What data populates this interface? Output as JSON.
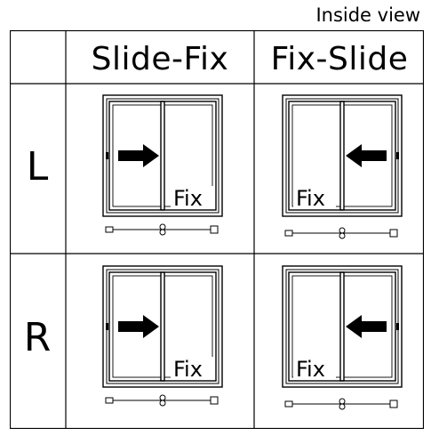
{
  "caption": "Inside view",
  "columns": [
    {
      "label": "Slide-Fix"
    },
    {
      "label": "Fix-Slide"
    }
  ],
  "rows": [
    {
      "label": "L"
    },
    {
      "label": "R"
    }
  ],
  "cells": [
    {
      "row": "L",
      "column": "Slide-Fix",
      "fix_label": "Fix",
      "fixed_panel": "right",
      "arrow": "right"
    },
    {
      "row": "L",
      "column": "Fix-Slide",
      "fix_label": "Fix",
      "fixed_panel": "left",
      "arrow": "left"
    },
    {
      "row": "R",
      "column": "Slide-Fix",
      "fix_label": "Fix",
      "fixed_panel": "right",
      "arrow": "right"
    },
    {
      "row": "R",
      "column": "Fix-Slide",
      "fix_label": "Fix",
      "fixed_panel": "left",
      "arrow": "left"
    }
  ]
}
